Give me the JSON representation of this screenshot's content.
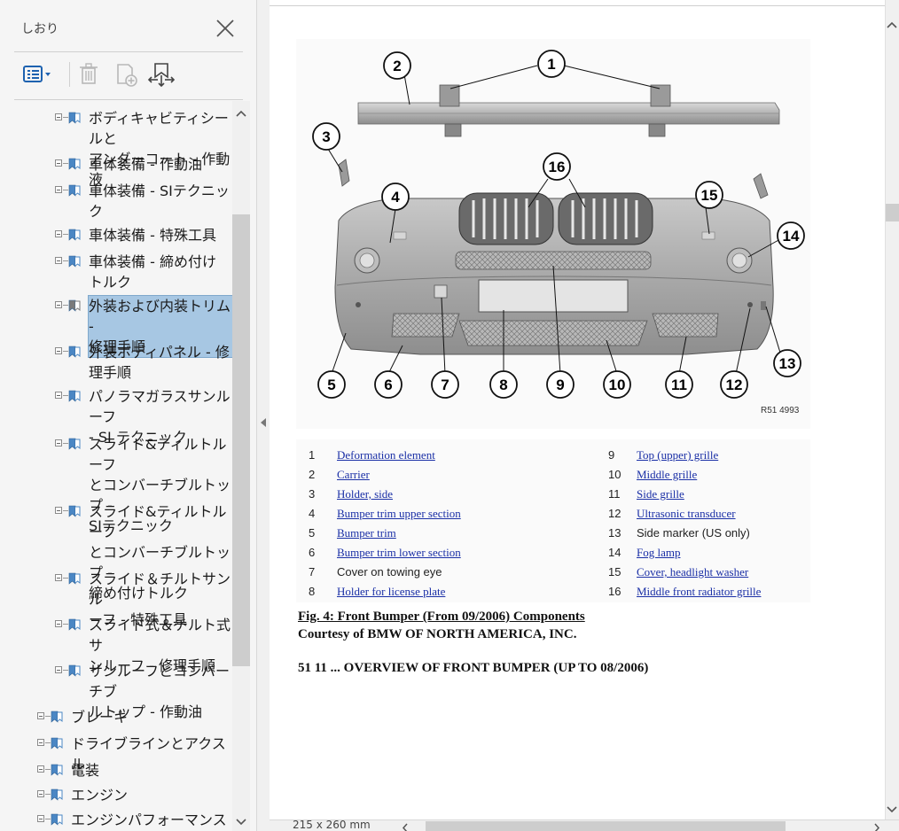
{
  "panel": {
    "title": "しおり",
    "toolbar": {
      "options_icon": "list-options-icon",
      "delete_icon": "trash-icon",
      "new_bookmark_icon": "new-bookmark-icon",
      "expand_icon": "bookmark-expand-icon"
    },
    "items": [
      {
        "label": "ボディキャビティシールと\nアンダーコート - 作動液",
        "level": 2
      },
      {
        "label": "車体装備 - 作動油",
        "level": 2
      },
      {
        "label": "車体装備 - SIテクニッ\nク",
        "level": 2
      },
      {
        "label": "車体装備 - 特殊工具",
        "level": 2
      },
      {
        "label": "車体装備 - 締め付け\nトルク",
        "level": 2
      },
      {
        "label": "外装および内装トリム -\n修理手順",
        "level": 2,
        "selected": true
      },
      {
        "label": "外装ボディパネル - 修\n理手順",
        "level": 2
      },
      {
        "label": "パノラマガラスサンルーフ\n- SI テクニック",
        "level": 2
      },
      {
        "label": "スライド&ティルトルーフ\nとコンバーチブルトップ -\nSIテクニック",
        "level": 2
      },
      {
        "label": "スライド&ティルトルーフ\nとコンバーチブルトップ -\n締め付けトルク",
        "level": 2
      },
      {
        "label": "スライド＆チルトサンル\nーフ - 特殊工具",
        "level": 2
      },
      {
        "label": "スライド式＆チルト式サ\nンルーフ - 修理手順",
        "level": 2
      },
      {
        "label": "サンルーフとコンバーチブ\nルトップ - 作動油",
        "level": 2
      },
      {
        "label": "ブレーキ",
        "level": 1
      },
      {
        "label": "ドライブラインとアクスル",
        "level": 1
      },
      {
        "label": "電装",
        "level": 1
      },
      {
        "label": "エンジン",
        "level": 1
      },
      {
        "label": "エンジンパフォーマンス",
        "level": 1
      }
    ]
  },
  "figure": {
    "code": "R51 4993",
    "callouts": [
      "1",
      "2",
      "3",
      "4",
      "5",
      "6",
      "7",
      "8",
      "9",
      "10",
      "11",
      "12",
      "13",
      "14",
      "15",
      "16"
    ]
  },
  "legend": [
    {
      "num": "1",
      "text": "Deformation element",
      "link": true
    },
    {
      "num": "2",
      "text": "Carrier",
      "link": true
    },
    {
      "num": "3",
      "text": "Holder, side",
      "link": true
    },
    {
      "num": "4",
      "text": "Bumper trim upper section",
      "link": true
    },
    {
      "num": "5",
      "text": "Bumper trim",
      "link": true
    },
    {
      "num": "6",
      "text": "Bumper trim lower section",
      "link": true
    },
    {
      "num": "7",
      "text": "Cover on towing eye",
      "link": false
    },
    {
      "num": "8",
      "text": "Holder for license plate",
      "link": true
    },
    {
      "num": "9",
      "text": "Top (upper) grille",
      "link": true
    },
    {
      "num": "10",
      "text": "Middle grille",
      "link": true
    },
    {
      "num": "11",
      "text": "Side grille",
      "link": true
    },
    {
      "num": "12",
      "text": "Ultrasonic transducer",
      "link": true
    },
    {
      "num": "13",
      "text": "Side marker (US only)",
      "link": false
    },
    {
      "num": "14",
      "text": "Fog lamp",
      "link": true
    },
    {
      "num": "15",
      "text": "Cover, headlight washer",
      "link": true
    },
    {
      "num": "16",
      "text": "Middle front radiator grille",
      "link": true
    }
  ],
  "caption": "Fig. 4: Front Bumper (From 09/2006) Components",
  "courtesy": "Courtesy of BMW OF NORTH AMERICA, INC.",
  "section_heading": "51 11 ... OVERVIEW OF FRONT BUMPER (UP TO 08/2006)",
  "status": {
    "page_size": "215 x 260 mm"
  }
}
